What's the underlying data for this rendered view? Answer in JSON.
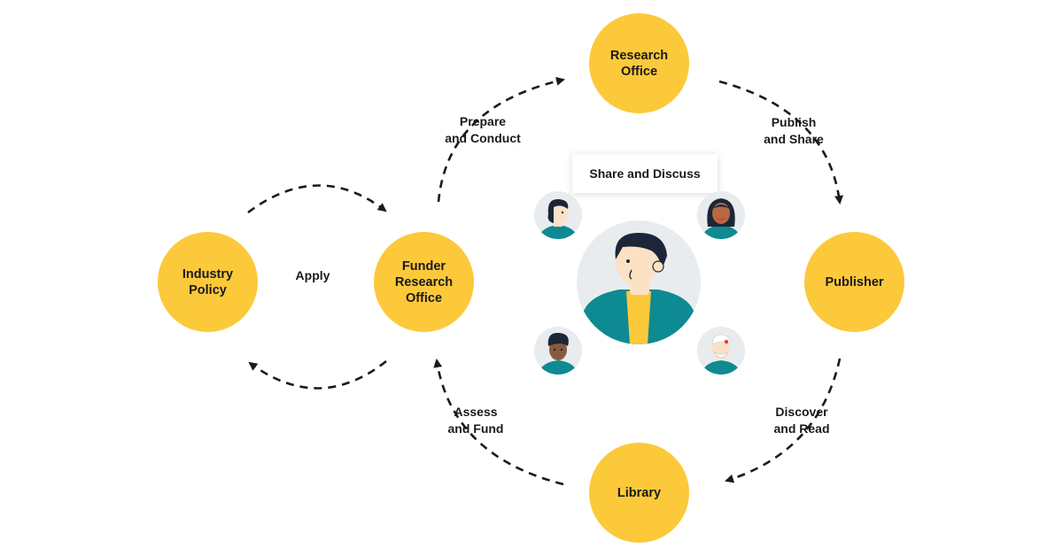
{
  "nodes": {
    "industry_policy": "Industry\nPolicy",
    "funder_research_office": "Funder\nResearch\nOffice",
    "research_office": "Research\nOffice",
    "publisher": "Publisher",
    "library": "Library"
  },
  "edges": {
    "apply": "Apply",
    "prepare_conduct": "Prepare\nand Conduct",
    "publish_share": "Publish\nand Share",
    "discover_read": "Discover\nand Read",
    "assess_fund": "Assess\nand Fund"
  },
  "center": {
    "bubble": "Share and Discuss",
    "avatars": [
      "main-person-avatar",
      "woman-avatar-top-left",
      "woman-avatar-top-right",
      "man-avatar-bottom-left",
      "elder-avatar-bottom-right"
    ]
  },
  "colors": {
    "node_fill": "#fcc93b",
    "avatar_bg": "#e9ecef",
    "teal": "#0e8a93",
    "skin": "#fce1c5",
    "arrow": "#1a1a1a"
  }
}
